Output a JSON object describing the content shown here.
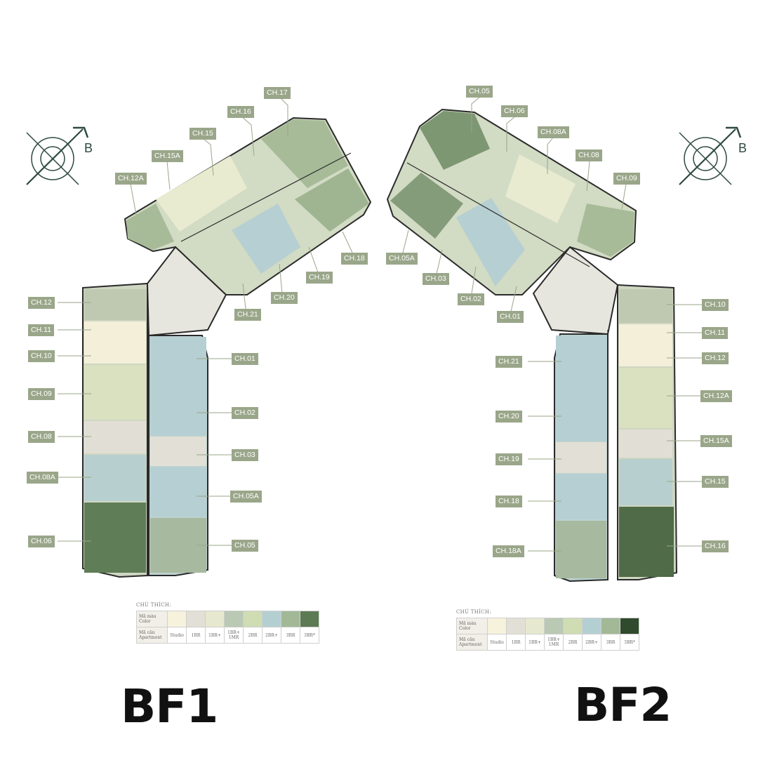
{
  "colors": {
    "studio": "#f6f2dc",
    "1br": "#e2e0d6",
    "1br_plus": "#e6e9cf",
    "1br_1mr": "#b9c9b3",
    "2br": "#cfdcb4",
    "2br_plus": "#b4cfd2",
    "3br": "#a3b896",
    "3br_star": "#5c7a53",
    "tag_bg": "#9aa689",
    "wall": "#2b2b2b"
  },
  "icons": {
    "compass": "compass-icon",
    "north_arrow": "arrow-icon"
  },
  "compass_label": "B",
  "plans": [
    {
      "name": "BF1",
      "labels": [
        "CH.17",
        "CH.16",
        "CH.15",
        "CH.15A",
        "CH.12A",
        "CH.18",
        "CH.19",
        "CH.20",
        "CH.21",
        "CH.12",
        "CH.11",
        "CH.10",
        "CH.09",
        "CH.08",
        "CH.08A",
        "CH.06",
        "CH.01",
        "CH.02",
        "CH.03",
        "CH.05A",
        "CH.05"
      ]
    },
    {
      "name": "BF2",
      "labels": [
        "CH.05",
        "CH.06",
        "CH.08A",
        "CH.08",
        "CH.09",
        "CH.05A",
        "CH.03",
        "CH.02",
        "CH.01",
        "CH.10",
        "CH.11",
        "CH.12",
        "CH.12A",
        "CH.15A",
        "CH.15",
        "CH.16",
        "CH.21",
        "CH.20",
        "CH.19",
        "CH.18",
        "CH.18A"
      ]
    }
  ],
  "legend": {
    "title": "CHÚ THÍCH:",
    "color_row_label": [
      "Mã màu",
      "Color"
    ],
    "type_row_label": [
      "Mã căn",
      "Apartment"
    ],
    "types": [
      {
        "key": "studio",
        "label": "Studio"
      },
      {
        "key": "1br",
        "label": "1BR"
      },
      {
        "key": "1br_plus",
        "label": "1BR+"
      },
      {
        "key": "1br_1mr",
        "label": "1BR+ 1MR"
      },
      {
        "key": "2br",
        "label": "2BR"
      },
      {
        "key": "2br_plus",
        "label": "2BR+"
      },
      {
        "key": "3br",
        "label": "3BR"
      },
      {
        "key": "3br_star",
        "label": "3BR*"
      }
    ]
  }
}
